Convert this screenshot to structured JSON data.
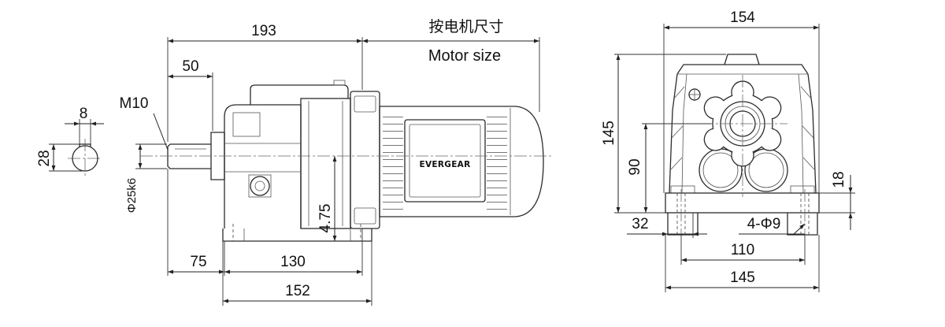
{
  "front_view": {
    "overall_length": "193",
    "motor_size_cn": "按电机尺寸",
    "motor_size_en": "Motor size",
    "shaft_length": "50",
    "thread": "M10",
    "shaft_diameter": "Φ25k6",
    "brand": "EVERGEAR",
    "center_height": "4.75",
    "dim_75": "75",
    "dim_130": "130",
    "dim_152": "152"
  },
  "shaft_section": {
    "key_width": "8",
    "key_height": "28"
  },
  "side_view": {
    "top_width": "154",
    "height": "145",
    "shaft_height": "90",
    "base_thickness": "18",
    "foot_offset": "32",
    "holes": "4-Φ9",
    "hole_spacing": "110",
    "base_width": "145"
  },
  "colors": {
    "line": "#222222",
    "background": "#ffffff"
  }
}
